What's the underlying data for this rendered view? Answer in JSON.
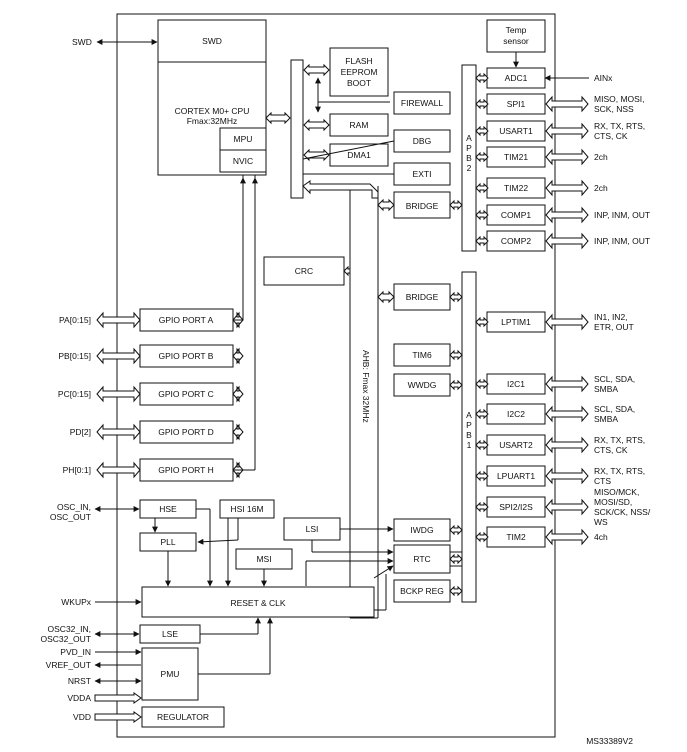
{
  "core": {
    "swd_box": "SWD",
    "cpu_line1": "CORTEX M0+ CPU",
    "cpu_line2": "Fmax:32MHz",
    "mpu": "MPU",
    "nvic": "NVIC"
  },
  "memory": {
    "flash_line1": "FLASH",
    "flash_line2": "EEPROM",
    "flash_line3": "BOOT",
    "ram": "RAM",
    "dma": "DMA1",
    "firewall": "FIREWALL",
    "dbg": "DBG",
    "exti": "EXTI"
  },
  "bridges": {
    "upper": "BRIDGE",
    "lower": "BRIDGE"
  },
  "crc": "CRC",
  "ahb_label": "AHB: Fmax 32MHz",
  "apb2_label": [
    "A",
    "P",
    "B",
    "2"
  ],
  "apb1_label": [
    "A",
    "P",
    "B",
    "1"
  ],
  "temp_sensor": {
    "line1": "Temp",
    "line2": "sensor"
  },
  "apb2_peripherals": [
    {
      "name": "ADC1",
      "signals": [
        "AINx"
      ]
    },
    {
      "name": "SPI1",
      "signals": [
        "MISO, MOSI,",
        "SCK, NSS"
      ]
    },
    {
      "name": "USART1",
      "signals": [
        "RX, TX, RTS,",
        "CTS, CK"
      ]
    },
    {
      "name": "TIM21",
      "signals": [
        "2ch"
      ]
    },
    {
      "name": "TIM22",
      "signals": [
        "2ch"
      ]
    },
    {
      "name": "COMP1",
      "signals": [
        "INP, INM, OUT"
      ]
    },
    {
      "name": "COMP2",
      "signals": [
        "INP, INM, OUT"
      ]
    }
  ],
  "apb1_peripherals": [
    {
      "name": "LPTIM1",
      "signals": [
        "IN1, IN2,",
        "ETR, OUT"
      ]
    },
    {
      "name": "I2C1",
      "signals": [
        "SCL, SDA,",
        "SMBA"
      ]
    },
    {
      "name": "I2C2",
      "signals": [
        "SCL, SDA,",
        "SMBA"
      ]
    },
    {
      "name": "USART2",
      "signals": [
        "RX, TX, RTS,",
        "CTS, CK"
      ]
    },
    {
      "name": "LPUART1",
      "signals": [
        "RX, TX, RTS,",
        "CTS"
      ]
    },
    {
      "name": "SPI2/I2S",
      "signals": [
        "MISO/MCK,",
        "MOSI/SD,",
        "SCK/CK, NSS/",
        "WS"
      ]
    },
    {
      "name": "TIM2",
      "signals": [
        "4ch"
      ]
    }
  ],
  "apb1_internal": {
    "tim6": "TIM6",
    "wwdg": "WWDG",
    "iwdg": "IWDG",
    "rtc": "RTC",
    "bckp": "BCKP REG"
  },
  "gpio": [
    {
      "port": "GPIO PORT A",
      "pins": "PA[0:15]"
    },
    {
      "port": "GPIO PORT B",
      "pins": "PB[0:15]"
    },
    {
      "port": "GPIO PORT C",
      "pins": "PC[0:15]"
    },
    {
      "port": "GPIO PORT D",
      "pins": "PD[2]"
    },
    {
      "port": "GPIO PORT H",
      "pins": "PH[0:1]"
    }
  ],
  "clock": {
    "hse": "HSE",
    "hsi": "HSI 16M",
    "lsi": "LSI",
    "pll": "PLL",
    "msi": "MSI",
    "reset_clk": "RESET & CLK",
    "lse": "LSE",
    "pmu": "PMU",
    "regulator": "REGULATOR"
  },
  "pins": {
    "swd": "SWD",
    "osc_in": "OSC_IN,",
    "osc_out": "OSC_OUT",
    "wkup": "WKUPx",
    "osc32_in": "OSC32_IN,",
    "osc32_out": "OSC32_OUT",
    "pvd_in": "PVD_IN",
    "vref_out": "VREF_OUT",
    "nrst": "NRST",
    "vdda": "VDDA",
    "vdd": "VDD"
  },
  "reference": "MS33389V2"
}
